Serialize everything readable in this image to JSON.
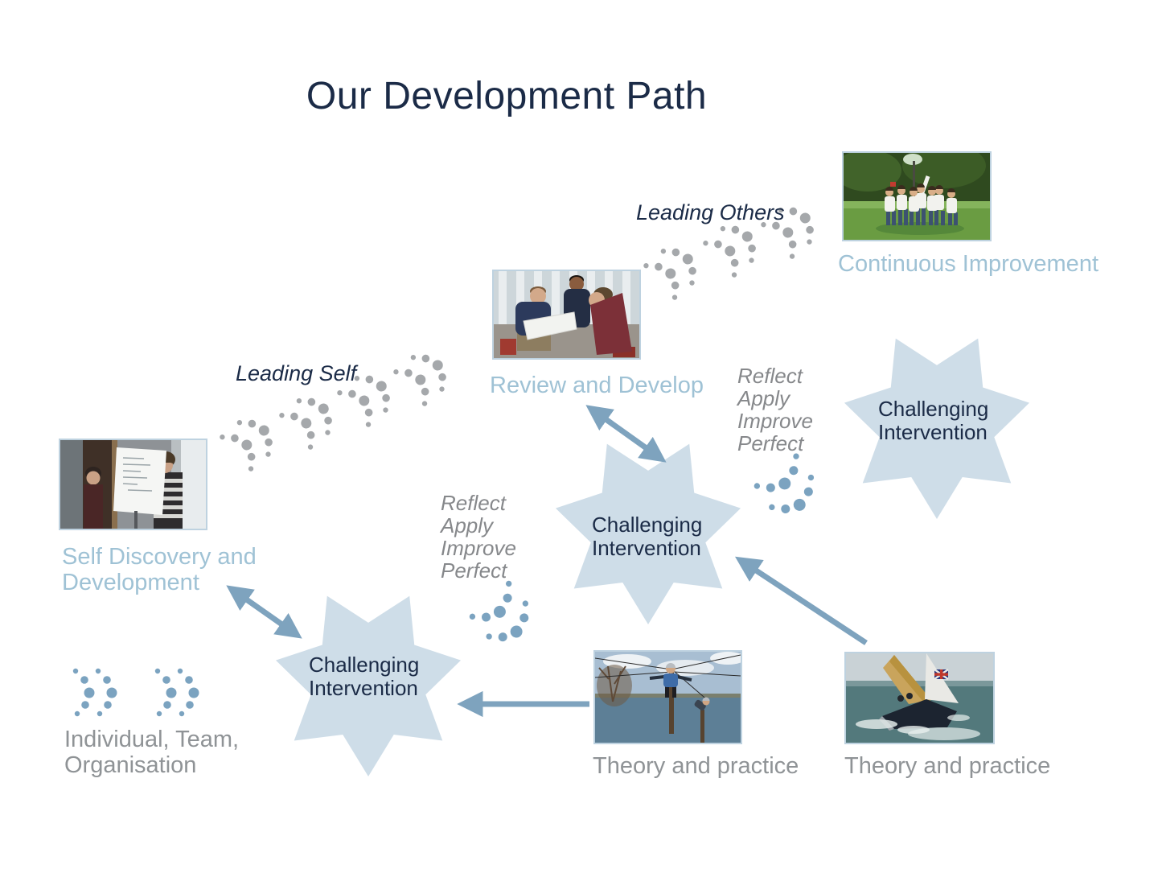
{
  "title": "Our Development Path",
  "colors": {
    "title_navy": "#1b2b47",
    "caption_blue": "#9fc2d5",
    "caption_gray": "#8f9396",
    "italic_gray": "#86888b",
    "star_fill": "#cedde8",
    "arrow_blue": "#7ea3be",
    "dots_gray": "#a5a8ab",
    "dots_blue": "#7ba3c0",
    "photo_border": "#bed2e0"
  },
  "star_label": {
    "line1": "Challenging",
    "line2": "Intervention"
  },
  "path_labels": {
    "leading_self": "Leading Self",
    "leading_others": "Leading Others"
  },
  "reflect_cycle": {
    "line1": "Reflect",
    "line2": "Apply",
    "line3": "Improve",
    "line4": "Perfect"
  },
  "captions": {
    "self_discovery_line1": "Self Discovery and",
    "self_discovery_line2": "Development",
    "review_develop": "Review and Develop",
    "continuous_improvement": "Continuous Improvement",
    "theory_practice_ropes": "Theory and practice",
    "theory_practice_sailing": "Theory and practice",
    "individual_team_line1": "Individual, Team,",
    "individual_team_line2": "Organisation"
  },
  "photos": {
    "flipchart": "flipchart-workshop-photo",
    "review": "group-discussion-photo",
    "celebration": "team-celebration-photo",
    "ropes": "high-ropes-course-photo",
    "sailing": "sailing-yacht-photo"
  }
}
